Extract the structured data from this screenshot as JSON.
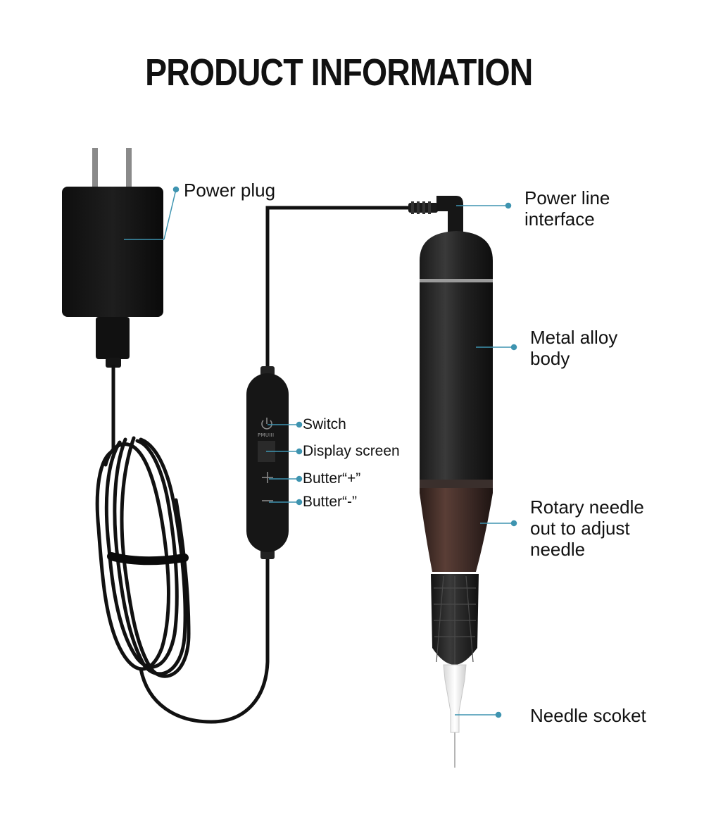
{
  "title": "PRODUCT INFORMATION",
  "accent_color": "#3e94b0",
  "labels": {
    "power_plug": "Power plug",
    "power_line_interface_1": "Power line",
    "power_line_interface_2": "interface",
    "metal_alloy_body_1": "Metal alloy",
    "metal_alloy_body_2": "body",
    "switch": "Switch",
    "display_screen": "Display screen",
    "button_plus": "Butter“+”",
    "button_minus": "Butter“-”",
    "rotary_needle_1": "Rotary needle",
    "rotary_needle_2": "out to adjust",
    "rotary_needle_3": "needle",
    "needle_socket": "Needle scoket"
  },
  "device_text": "PMUIII",
  "icons": [
    "power-icon",
    "plus-icon",
    "minus-icon"
  ]
}
